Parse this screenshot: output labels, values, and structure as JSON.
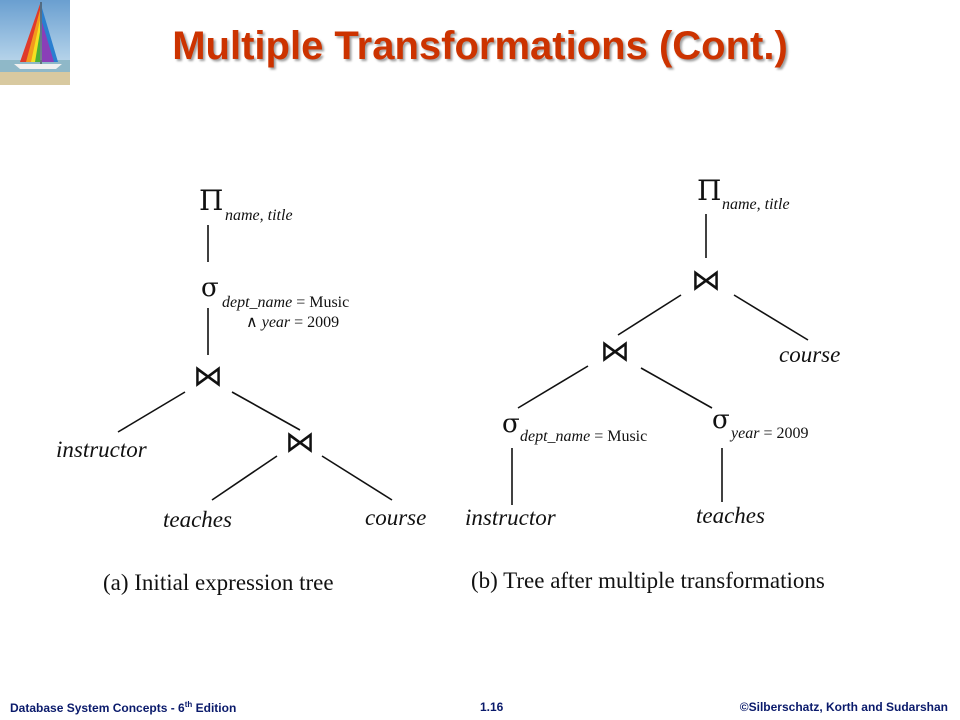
{
  "slide": {
    "title": "Multiple Transformations (Cont.)",
    "logo_icon": "sailboat-icon"
  },
  "tree_a": {
    "caption": "(a) Initial expression tree",
    "project": {
      "symbol": "Π",
      "attrs": "name, title"
    },
    "select": {
      "symbol": "σ",
      "cond_line1_attr": "dept_name",
      "cond_line1_rest": " = Music",
      "cond_line2_op": "∧",
      "cond_line2_attr": "year",
      "cond_line2_rest": " = 2009"
    },
    "join_symbol": "⋈",
    "relations": {
      "instructor": "instructor",
      "teaches": "teaches",
      "course": "course"
    }
  },
  "tree_b": {
    "caption": "(b) Tree after multiple transformations",
    "project": {
      "symbol": "Π",
      "attrs": "name, title"
    },
    "join_symbol": "⋈",
    "select_left": {
      "symbol": "σ",
      "attr": "dept_name",
      "rest": " = Music"
    },
    "select_right": {
      "symbol": "σ",
      "attr": "year",
      "rest": " = 2009"
    },
    "relations": {
      "course": "course",
      "instructor": "instructor",
      "teaches": "teaches"
    }
  },
  "footer": {
    "left_pre": "Database  System Concepts  - 6",
    "left_sup": "th",
    "left_post": " Edition",
    "center": "1.16",
    "right": "©Silberschatz, Korth and Sudarshan"
  }
}
